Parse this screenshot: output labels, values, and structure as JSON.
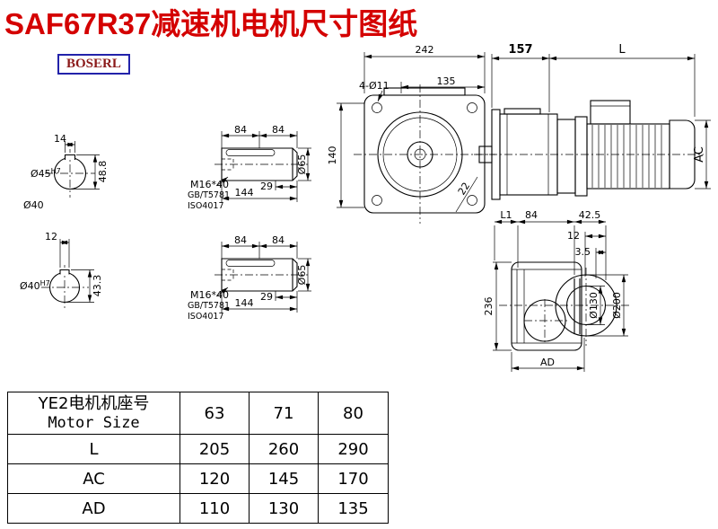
{
  "colors": {
    "title-color": "#d40000",
    "logo-text-color": "#8b1a1a",
    "logo-border-color": "#2222aa"
  },
  "header": {
    "title": "SAF67R37减速机电机尺寸图纸",
    "logo": "BOSERL"
  },
  "shaft_a": {
    "keyway_width": "14",
    "bore_dia": "Ø45",
    "bore_tol": "H7",
    "total_height": "48.8",
    "outer_dia": "Ø40"
  },
  "shaft_b": {
    "keyway_width": "12",
    "bore_dia": "Ø40",
    "bore_tol": "H7",
    "total_height": "43.3"
  },
  "key_a": {
    "seg1": "84",
    "seg2": "84",
    "end_len": "29",
    "total_len": "144",
    "dia": "Ø65",
    "bolt": "M16*40",
    "std_gb": "GB/T5781",
    "std_iso": "ISO4017"
  },
  "key_b": {
    "seg1": "84",
    "seg2": "84",
    "end_len": "29",
    "total_len": "144",
    "dia": "Ø65",
    "bolt": "M16*40",
    "std_gb": "GB/T5781",
    "std_iso": "ISO4017"
  },
  "front": {
    "overall_width": "242",
    "flange_width": "135",
    "mount_holes": "4-Ø11",
    "height": "140",
    "corner": "22"
  },
  "side": {
    "gear_len": "157",
    "motor_len": "L",
    "motor_height": "AC"
  },
  "rear": {
    "l1": "L1",
    "mid": "84",
    "flange_off": "42.5",
    "d12": "12",
    "d35": "3.5",
    "height": "236",
    "inner_dia": "Ø130",
    "outer_dia": "Ø200",
    "bottom": "AD"
  },
  "table": {
    "header_cn": "YE2电机机座号",
    "header_en": "Motor Size",
    "sizes": [
      "63",
      "71",
      "80"
    ],
    "rows": [
      {
        "label": "L",
        "values": [
          "205",
          "260",
          "290"
        ]
      },
      {
        "label": "AC",
        "values": [
          "120",
          "145",
          "170"
        ]
      },
      {
        "label": "AD",
        "values": [
          "110",
          "130",
          "135"
        ]
      }
    ]
  }
}
